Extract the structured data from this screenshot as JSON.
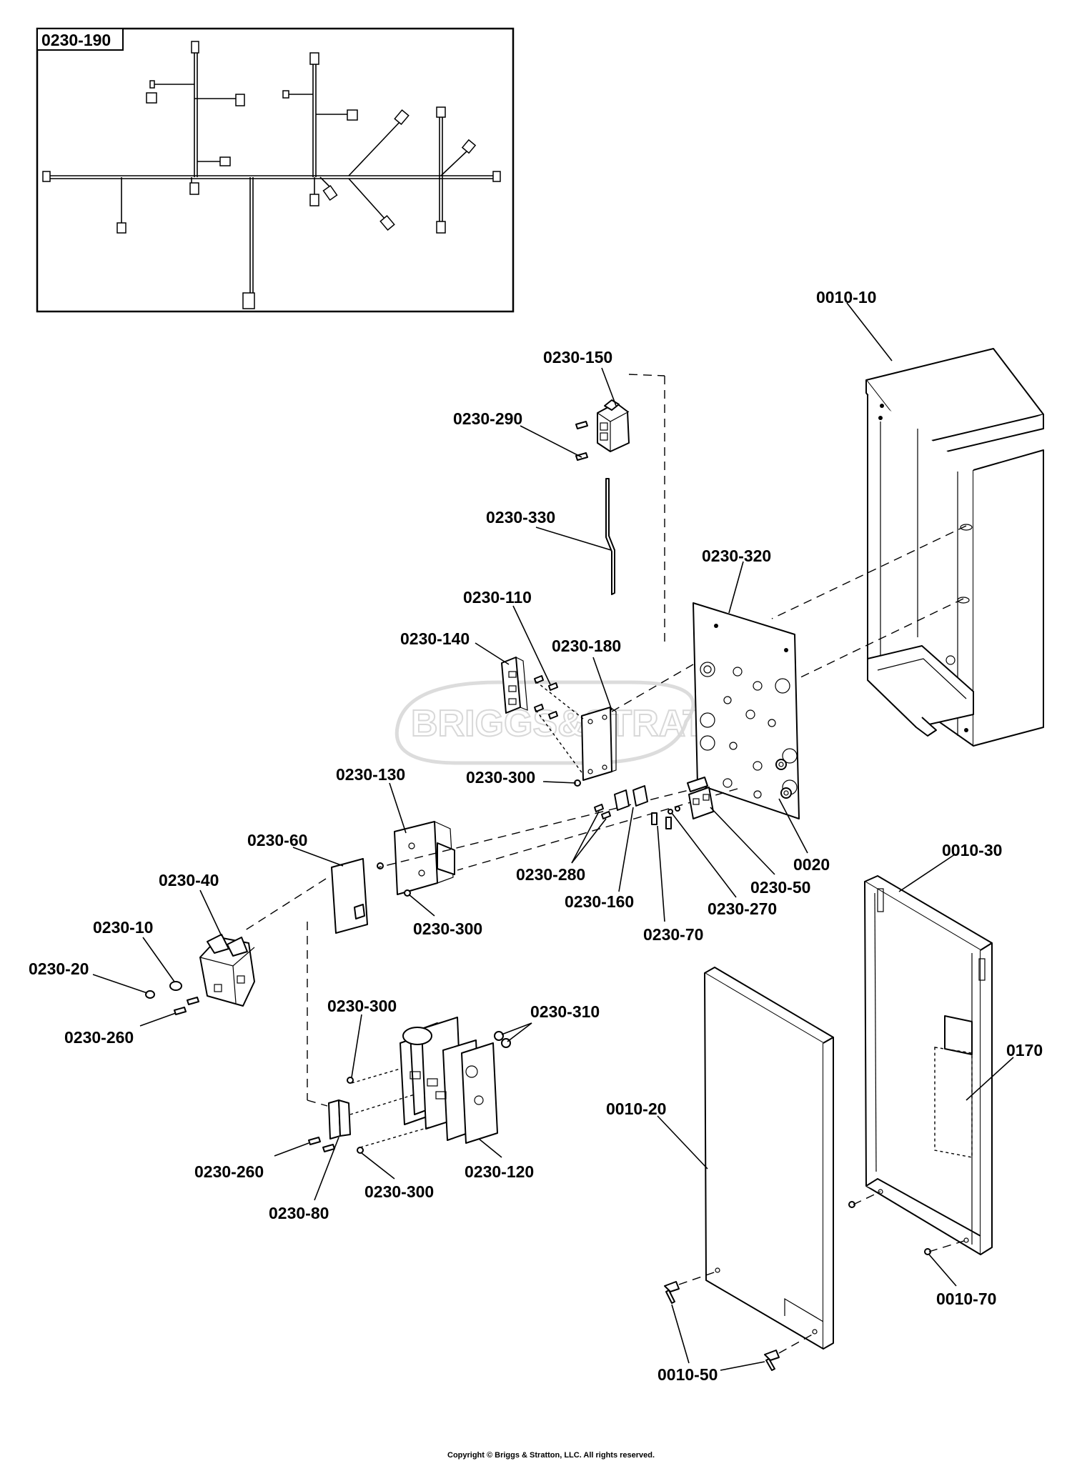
{
  "callouts": {
    "c_0230_190": "0230-190",
    "c_0010_10": "0010-10",
    "c_0230_150": "0230-150",
    "c_0230_290": "0230-290",
    "c_0230_330": "0230-330",
    "c_0230_320": "0230-320",
    "c_0230_110": "0230-110",
    "c_0230_140": "0230-140",
    "c_0230_180": "0230-180",
    "c_0230_300_a": "0230-300",
    "c_0230_130": "0230-130",
    "c_0230_60": "0230-60",
    "c_0230_40": "0230-40",
    "c_0230_10": "0230-10",
    "c_0230_20": "0230-20",
    "c_0230_260_a": "0230-260",
    "c_0230_300_b": "0230-300",
    "c_0230_280": "0230-280",
    "c_0230_160": "0230-160",
    "c_0230_70": "0230-70",
    "c_0230_270": "0230-270",
    "c_0230_50": "0230-50",
    "c_0020": "0020",
    "c_0010_30": "0010-30",
    "c_0170": "0170",
    "c_0230_300_c": "0230-300",
    "c_0230_310": "0230-310",
    "c_0010_20": "0010-20",
    "c_0230_260_b": "0230-260",
    "c_0230_80": "0230-80",
    "c_0230_300_d": "0230-300",
    "c_0230_120": "0230-120",
    "c_0010_70": "0010-70",
    "c_0010_50": "0010-50"
  },
  "watermark": "BRIGGS&STRATTON",
  "footer": "Copyright © Briggs & Stratton, LLC. All rights reserved."
}
